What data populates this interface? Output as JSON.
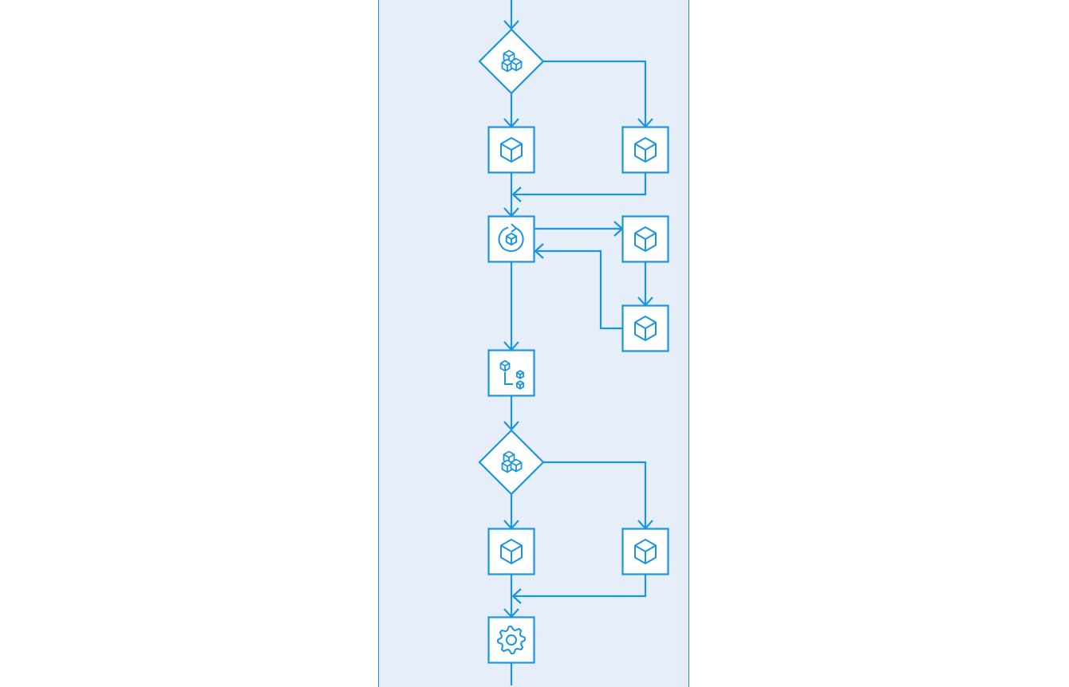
{
  "workflow": {
    "lane_fill": "#e6eff9",
    "lane_border": "#1a8fe0",
    "stroke_color": "#1b95e0",
    "node_fill": "#ffffff",
    "nodes": [
      {
        "id": "gateway-1",
        "kind": "gateway",
        "icon": "stacked-boxes-icon"
      },
      {
        "id": "task-1a",
        "kind": "task",
        "icon": "cube-icon"
      },
      {
        "id": "task-1b",
        "kind": "task",
        "icon": "cube-icon"
      },
      {
        "id": "loop-1",
        "kind": "loop",
        "icon": "cube-loop-icon"
      },
      {
        "id": "task-2a",
        "kind": "task",
        "icon": "cube-icon"
      },
      {
        "id": "task-2b",
        "kind": "task",
        "icon": "cube-icon"
      },
      {
        "id": "subprocess-1",
        "kind": "subprocess",
        "icon": "cube-hierarchy-icon"
      },
      {
        "id": "gateway-2",
        "kind": "gateway",
        "icon": "stacked-boxes-icon"
      },
      {
        "id": "task-3a",
        "kind": "task",
        "icon": "cube-icon"
      },
      {
        "id": "task-3b",
        "kind": "task",
        "icon": "cube-icon"
      },
      {
        "id": "settings-1",
        "kind": "service",
        "icon": "gear-icon"
      }
    ],
    "edges": [
      {
        "from": "start",
        "to": "gateway-1"
      },
      {
        "from": "gateway-1",
        "to": "task-1a"
      },
      {
        "from": "gateway-1",
        "to": "task-1b"
      },
      {
        "from": "task-1a",
        "to": "loop-1"
      },
      {
        "from": "task-1b",
        "to": "loop-1"
      },
      {
        "from": "loop-1",
        "to": "task-2a"
      },
      {
        "from": "task-2a",
        "to": "task-2b"
      },
      {
        "from": "task-2b",
        "to": "loop-1"
      },
      {
        "from": "loop-1",
        "to": "subprocess-1"
      },
      {
        "from": "subprocess-1",
        "to": "gateway-2"
      },
      {
        "from": "gateway-2",
        "to": "task-3a"
      },
      {
        "from": "gateway-2",
        "to": "task-3b"
      },
      {
        "from": "task-3a",
        "to": "settings-1"
      },
      {
        "from": "task-3b",
        "to": "settings-1"
      },
      {
        "from": "settings-1",
        "to": "end"
      }
    ]
  }
}
